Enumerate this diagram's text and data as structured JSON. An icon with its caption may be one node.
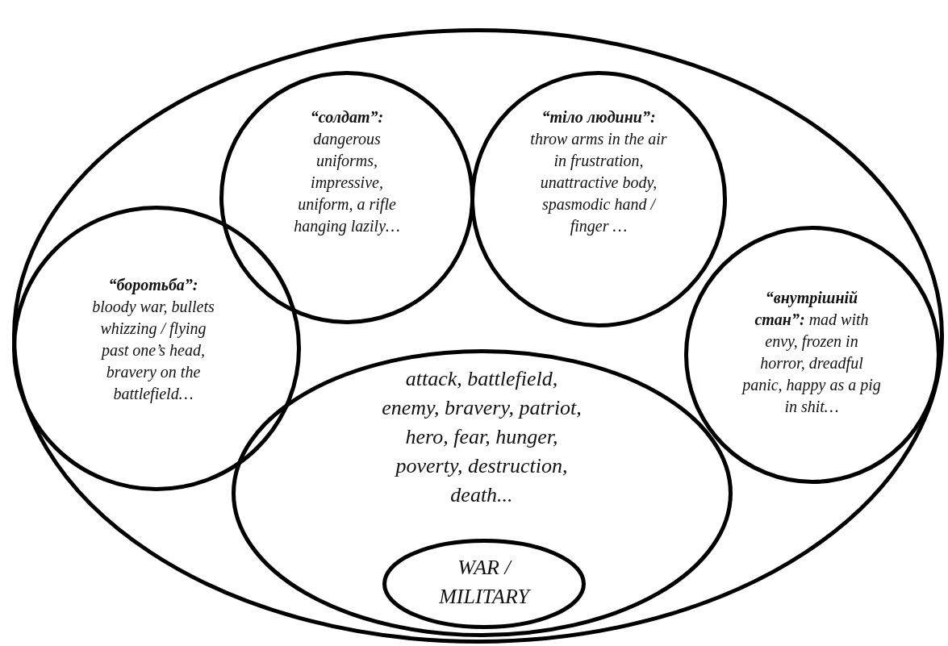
{
  "diagram": {
    "nodes": [
      {
        "text": [],
        "shape": "ellipse"
      },
      {
        "text": [
          "“солдат”:",
          "dangerous uniforms, impressive, uniform, a rifle hanging lazily…"
        ],
        "in": 0
      },
      {
        "text": [
          "“тіло людини”:",
          "throw arms in the air in frustration, unattractive body, spasmodic hand / finger …"
        ],
        "in": 0
      },
      {
        "text": [
          "“боротьба”:",
          "bloody war, bullets whizzing / flying past one’s head, bravery on the battlefield…"
        ],
        "in": 0
      },
      {
        "text": [
          "**“внутрішній стан”:** mad with envy, frozen in horror, dreadful panic, happy as a pig in shit…"
        ],
        "in": 0
      },
      {
        "text": [
          "attack, battlefield, enemy, bravery, patriot, hero, fear, hunger, poverty, destruction, death..."
        ],
        "in": 0
      },
      {
        "text": [
          "WAR / MILITARY"
        ],
        "in": 5
      }
    ]
  }
}
